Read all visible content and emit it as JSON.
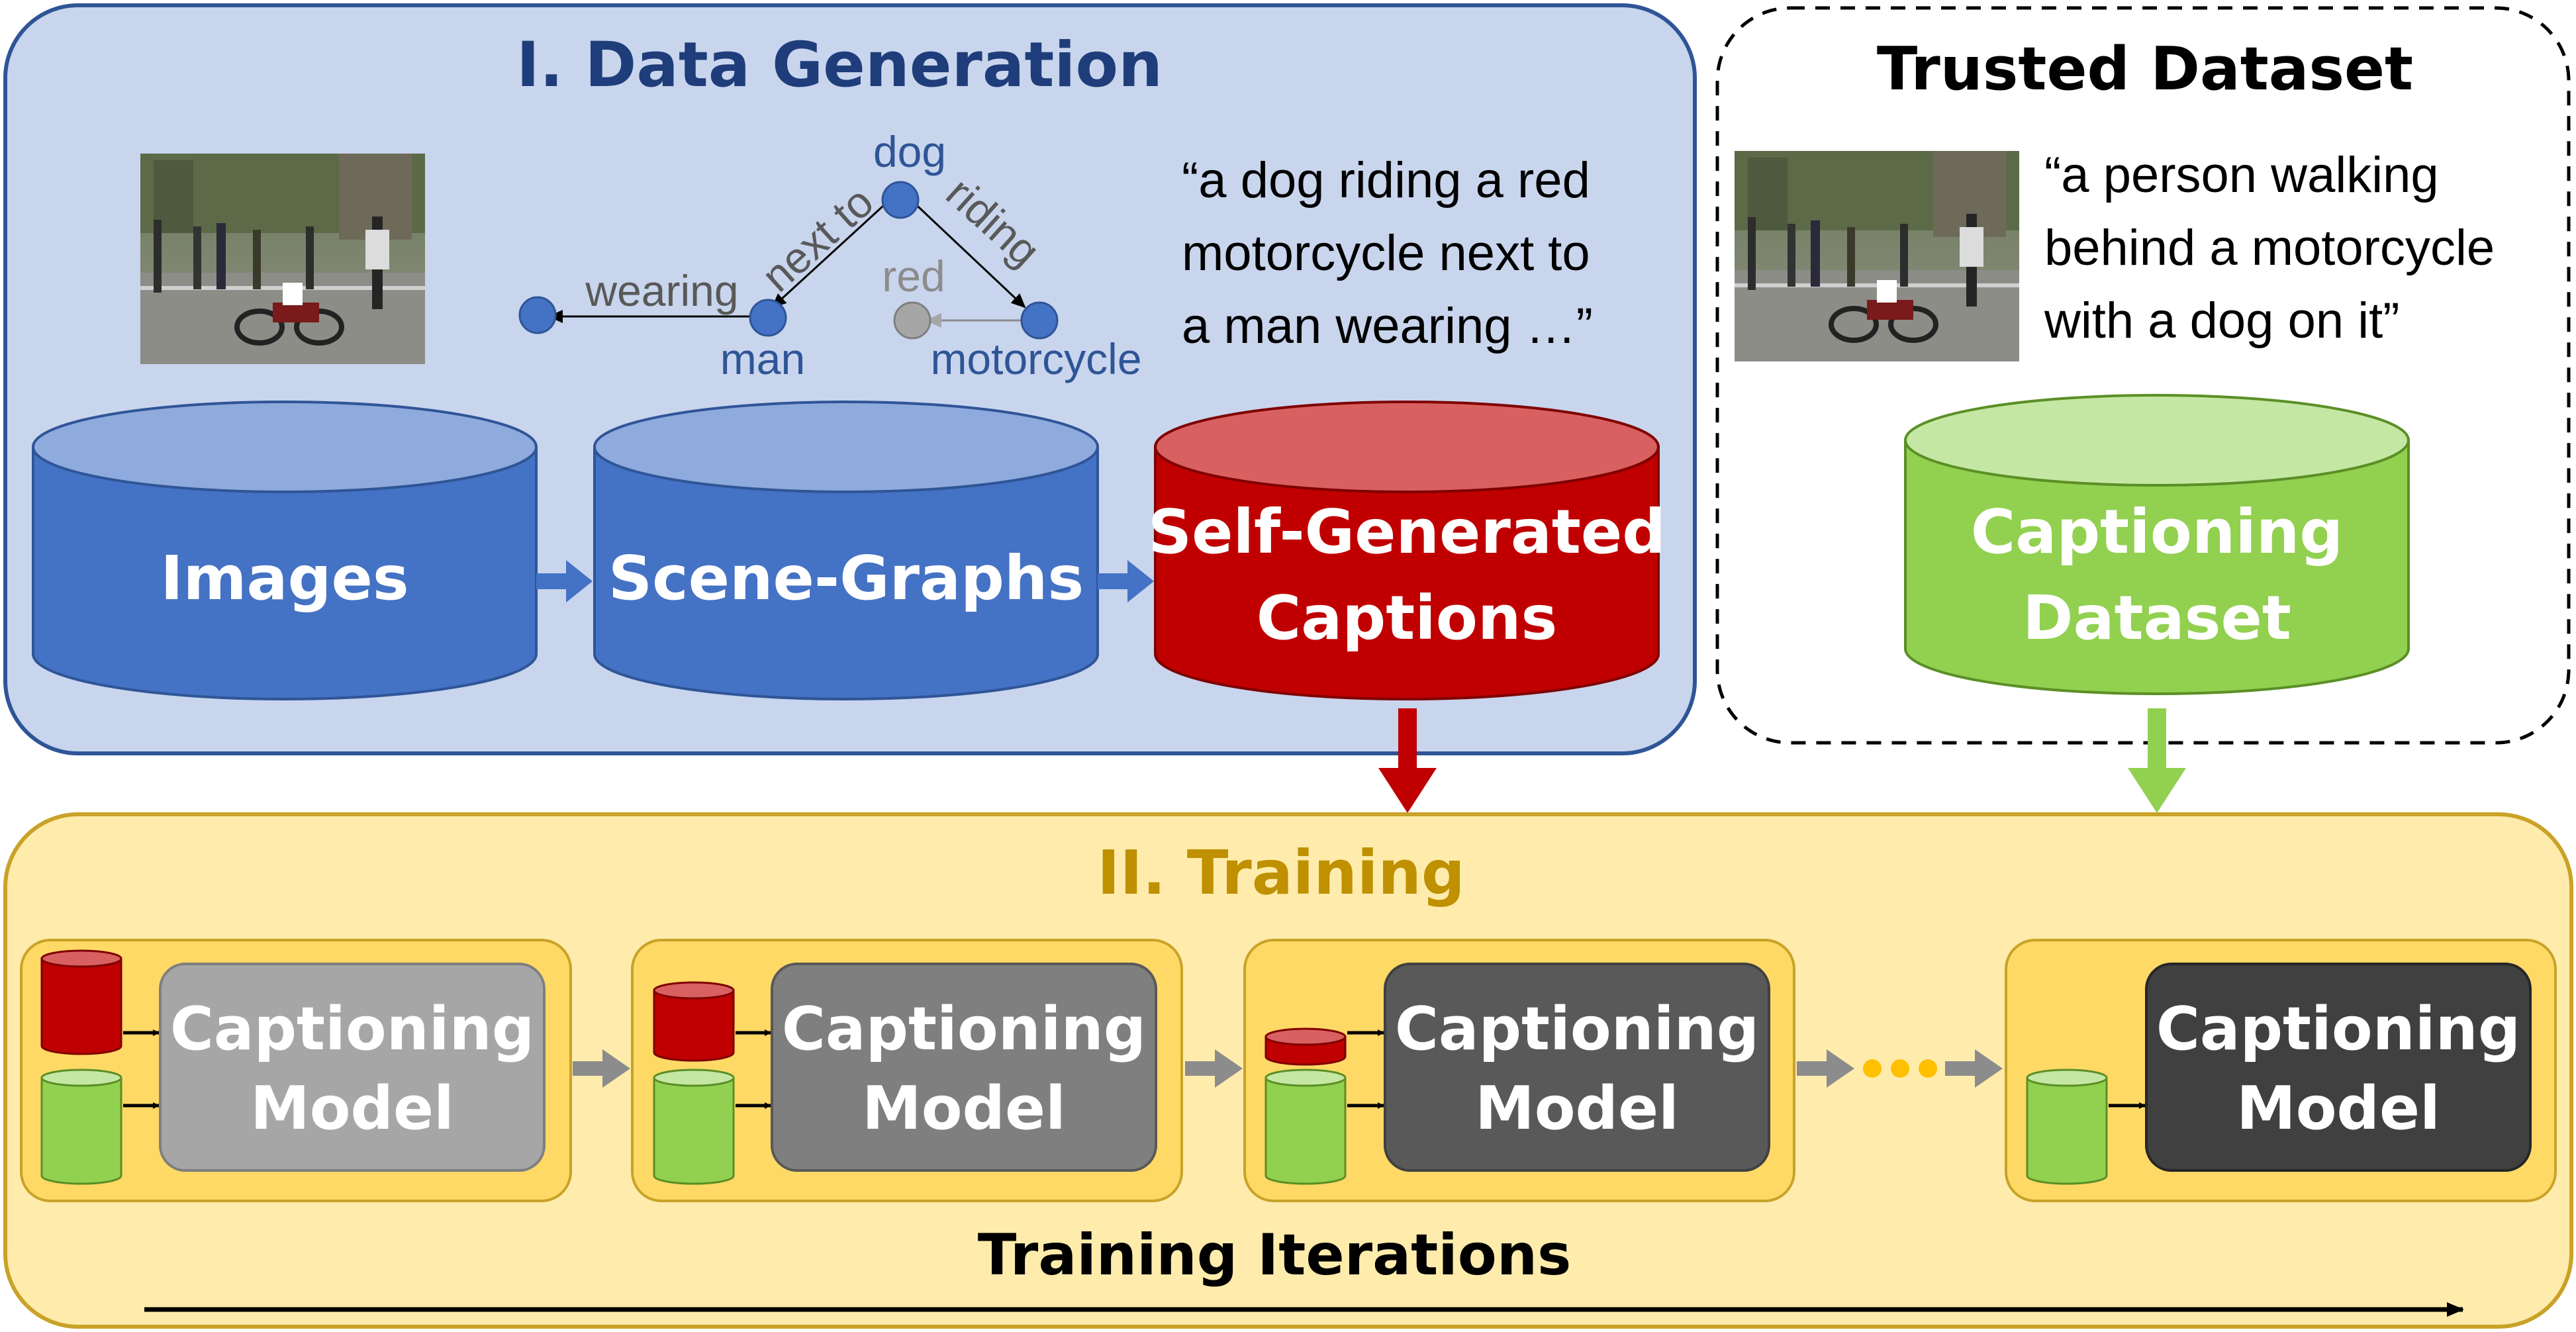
{
  "data_generation": {
    "title": "I. Data Generation",
    "images_label": "Images",
    "scene_graphs_label": "Scene-Graphs",
    "captions_label_line1": "Self-Generated",
    "captions_label_line2": "Captions",
    "quote_line1": "“a dog riding a red",
    "quote_line2": "motorcycle next to",
    "quote_line3": "a man wearing …”",
    "graph": {
      "node_dog": "dog",
      "node_man": "man",
      "node_motorcycle": "motorcycle",
      "node_red": "red",
      "edge_next_to": "next to",
      "edge_riding": "riding",
      "edge_wearing": "wearing"
    }
  },
  "trusted_dataset": {
    "title": "Trusted Dataset",
    "quote_line1": "“a person walking",
    "quote_line2": "behind a motorcycle",
    "quote_line3": "with a dog on it”",
    "dataset_label_line1": "Captioning",
    "dataset_label_line2": "Dataset"
  },
  "training": {
    "title": "II. Training",
    "model_label_line1": "Captioning",
    "model_label_line2": "Model",
    "iterations_label": "Training Iterations"
  },
  "colors": {
    "generation_panel_fill": "#c8d5ed",
    "generation_panel_stroke": "#2f5597",
    "generation_title": "#1f3d7a",
    "db_blue": "#4472c4",
    "db_blue_dark": "#2f5597",
    "db_red": "#c00000",
    "db_green": "#92d050",
    "training_panel_fill": "#ffecac",
    "training_panel_stroke": "#c9a227",
    "training_title": "#bf9000",
    "iteration_box_fill": "#ffd966",
    "model_shades": [
      "#a6a6a6",
      "#7f7f7f",
      "#595959",
      "#404040"
    ],
    "node_blue": "#4472c4",
    "node_gray": "#a6a6a6",
    "ellipsis_dots": "#ffc000"
  },
  "icons": {
    "photo": "street-scene-photo",
    "arrow": "arrow-icon"
  }
}
